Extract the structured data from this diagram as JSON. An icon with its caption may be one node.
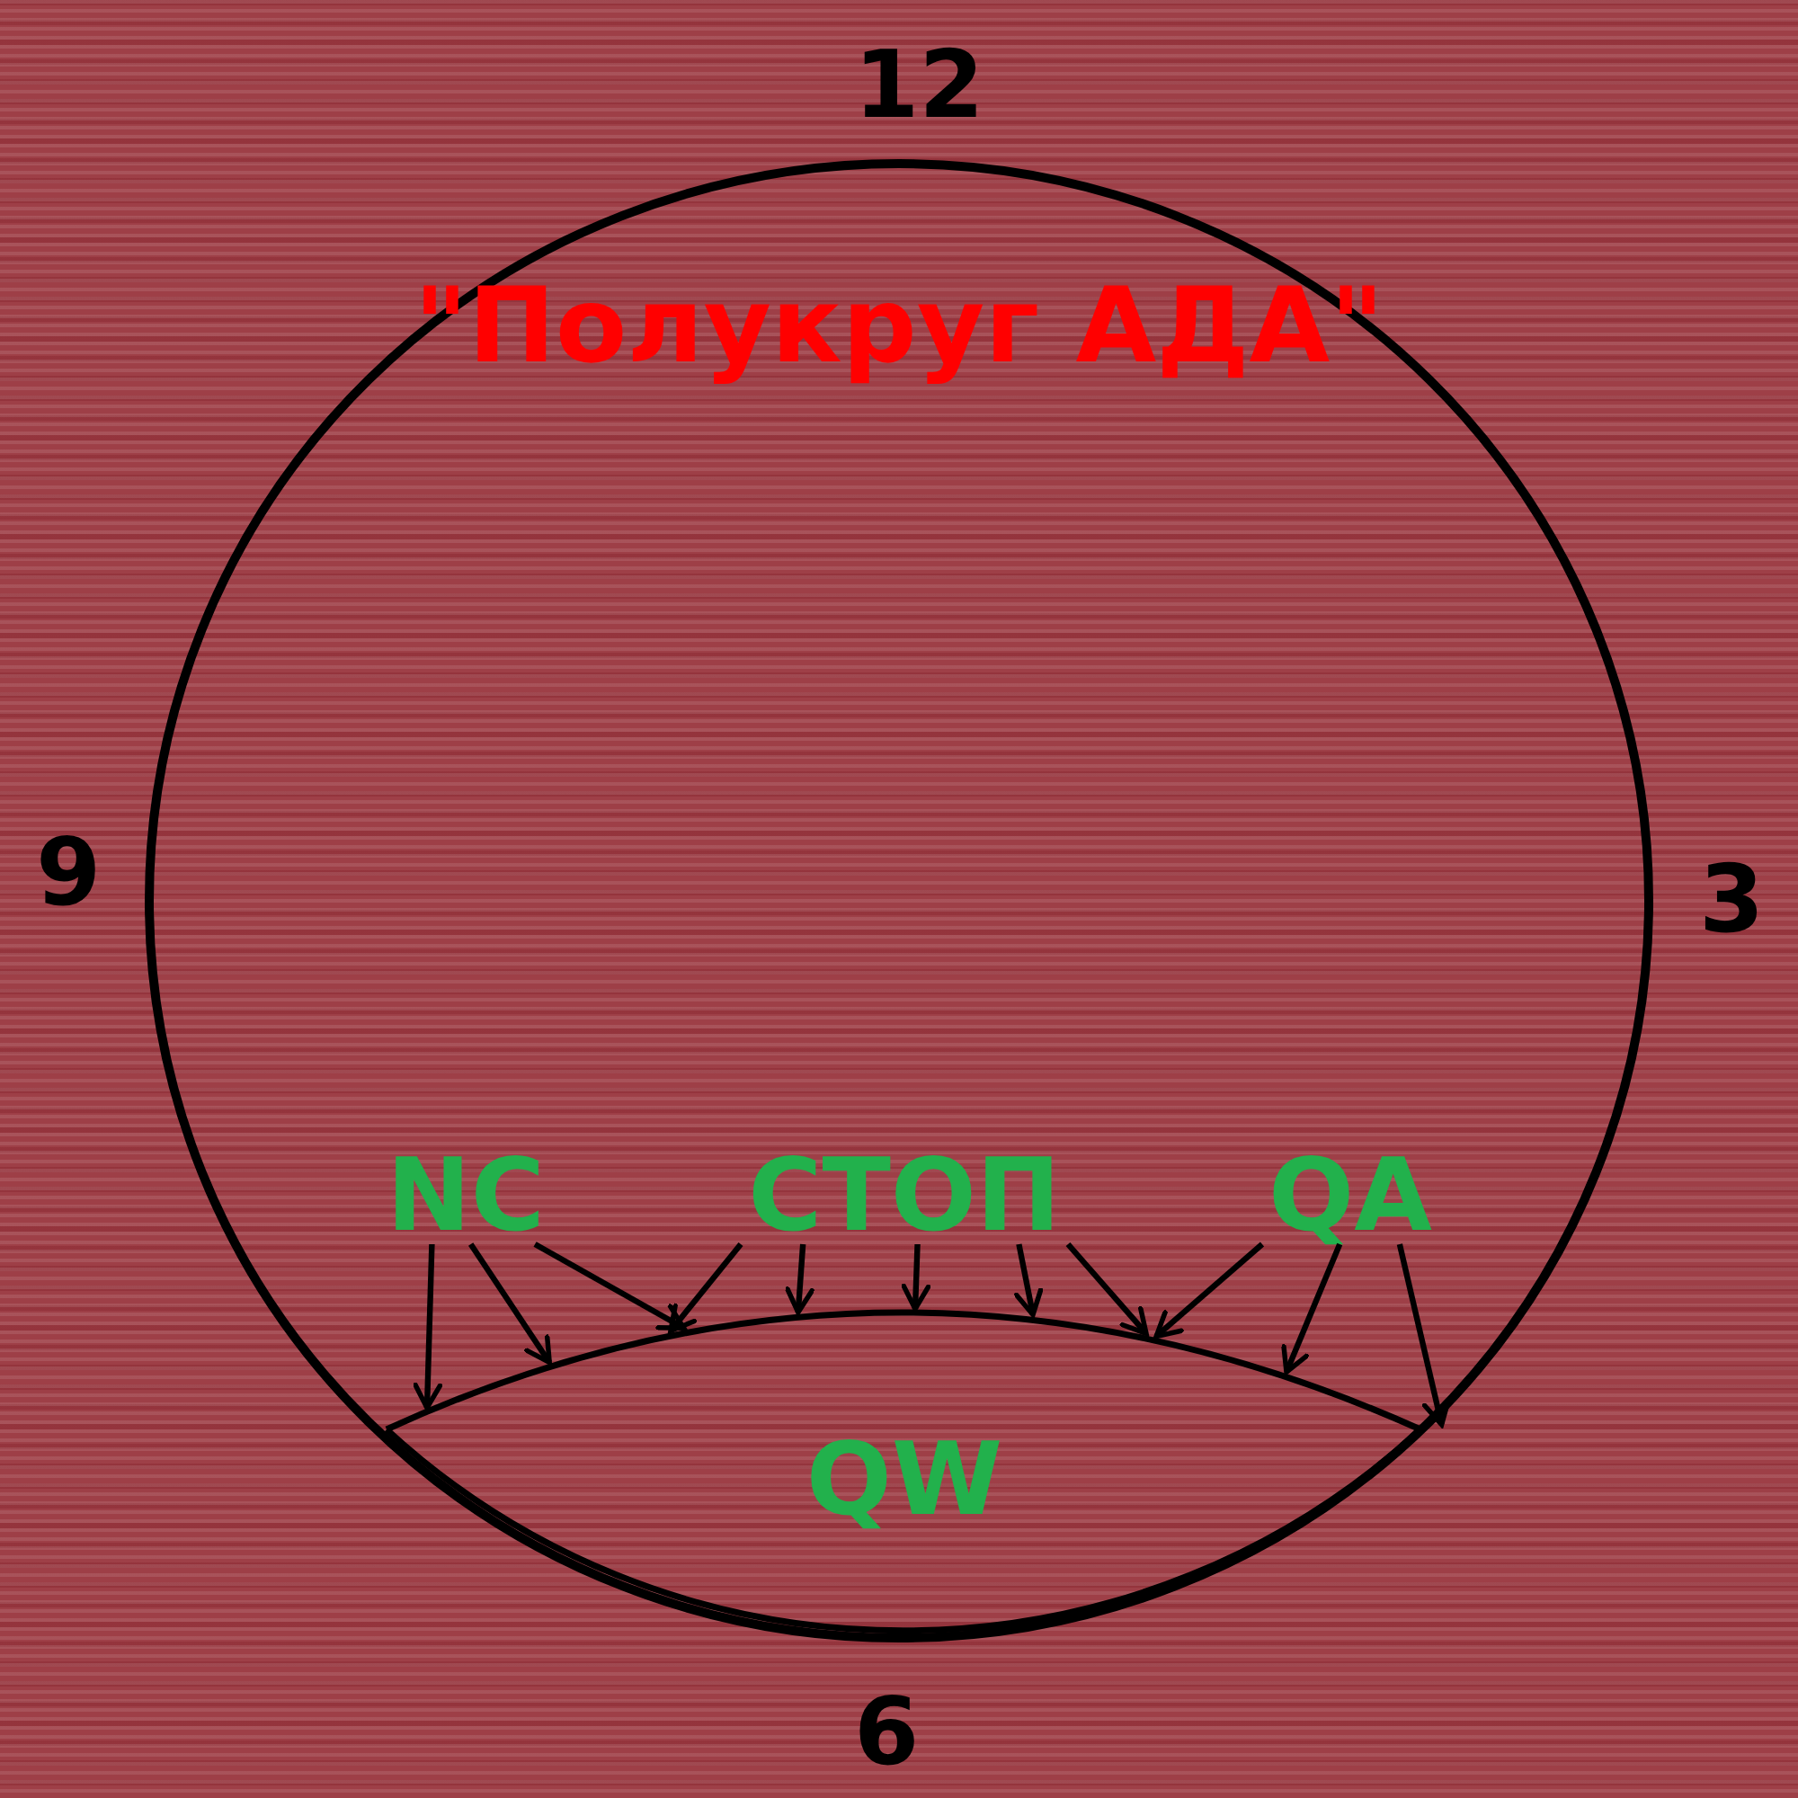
{
  "diagram": {
    "title": "\"Полукруг АДА\"",
    "nodes": [
      {
        "text": [],
        "shape": "circle"
      },
      {
        "text": [
          "NC"
        ],
        "in": 0
      },
      {
        "text": [
          "СТОП"
        ],
        "in": 0
      },
      {
        "text": [
          "QA"
        ],
        "in": 0
      },
      {
        "text": [
          "QW"
        ],
        "in": 0
      }
    ],
    "edges": [
      {
        "from": 1,
        "to": 4,
        "arrow": "to"
      },
      {
        "from": 1,
        "to": 4,
        "arrow": "to"
      },
      {
        "from": 1,
        "to": 4,
        "arrow": "to"
      },
      {
        "from": 2,
        "to": 4,
        "arrow": "to"
      },
      {
        "from": 2,
        "to": 4,
        "arrow": "to"
      },
      {
        "from": 2,
        "to": 4,
        "arrow": "to"
      },
      {
        "from": 2,
        "to": 4,
        "arrow": "to"
      },
      {
        "from": 2,
        "to": 4,
        "arrow": "to"
      },
      {
        "from": 3,
        "to": 4,
        "arrow": "to"
      },
      {
        "from": 3,
        "to": 4,
        "arrow": "to"
      },
      {
        "from": 3,
        "to": 4,
        "arrow": "to"
      }
    ],
    "labels": [
      "12",
      "9",
      "3",
      "6"
    ]
  }
}
